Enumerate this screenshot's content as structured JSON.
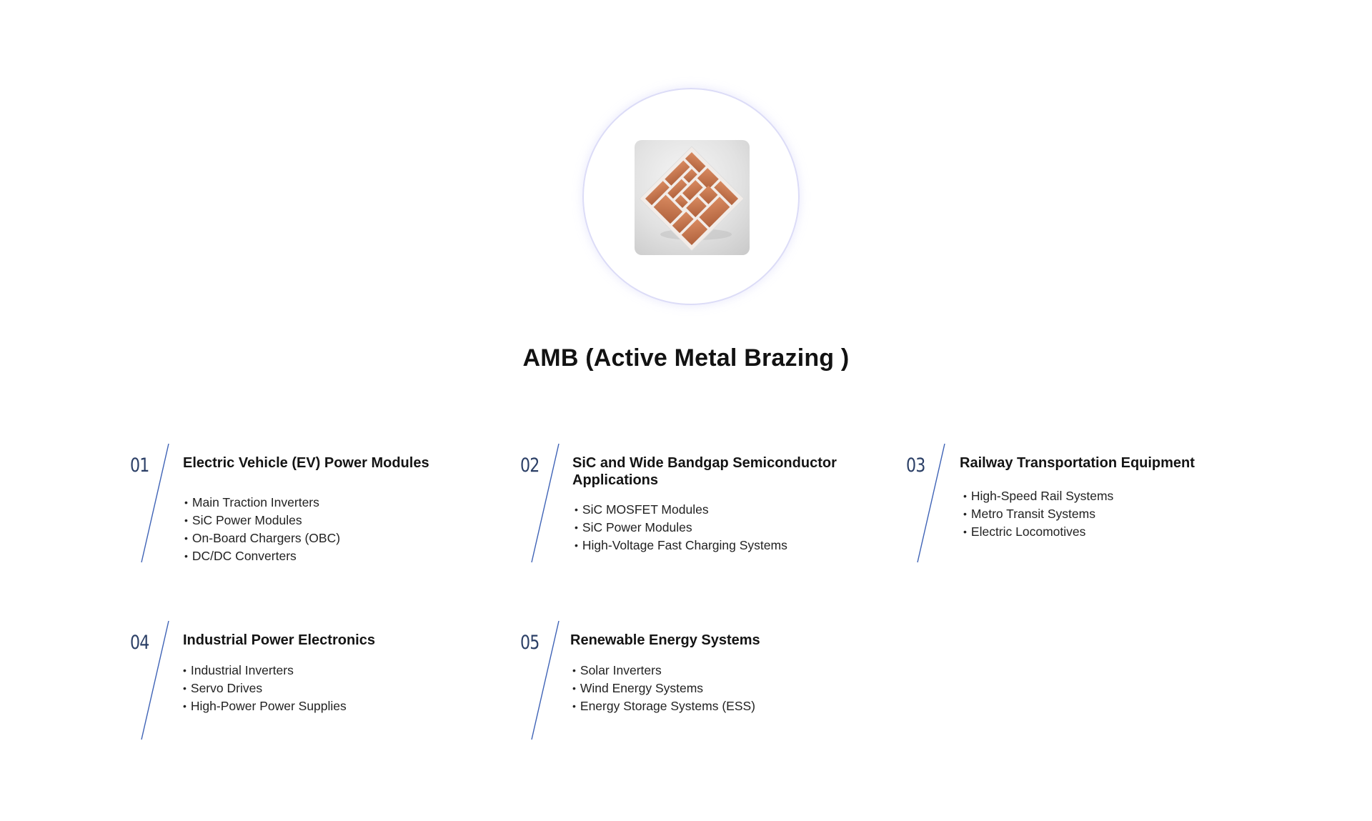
{
  "hero": {
    "image_icon": "amb-substrate-image"
  },
  "title": "AMB (Active Metal Brazing )",
  "colors": {
    "accent_line": "#3f63b6",
    "number": "#2b3f66",
    "ring": "#dcdcf7",
    "copper": "#c4774f"
  },
  "applications": [
    {
      "number": "01",
      "title": "Electric Vehicle (EV) Power Modules",
      "items": [
        "Main Traction Inverters",
        "SiC Power Modules",
        "On-Board Chargers (OBC)",
        "DC/DC Converters"
      ]
    },
    {
      "number": "02",
      "title": "SiC and Wide Bandgap Semiconductor Applications",
      "items": [
        "SiC MOSFET Modules",
        "SiC Power Modules",
        "High-Voltage Fast Charging Systems"
      ]
    },
    {
      "number": "03",
      "title": "Railway Transportation Equipment",
      "items": [
        "High-Speed Rail Systems",
        "Metro Transit Systems",
        "Electric Locomotives"
      ]
    },
    {
      "number": "04",
      "title": "Industrial Power Electronics",
      "items": [
        "Industrial Inverters",
        "Servo Drives",
        "High-Power Power Supplies"
      ]
    },
    {
      "number": "05",
      "title": "Renewable Energy Systems",
      "items": [
        "Solar Inverters",
        "Wind Energy Systems",
        "Energy Storage Systems (ESS)"
      ]
    }
  ]
}
